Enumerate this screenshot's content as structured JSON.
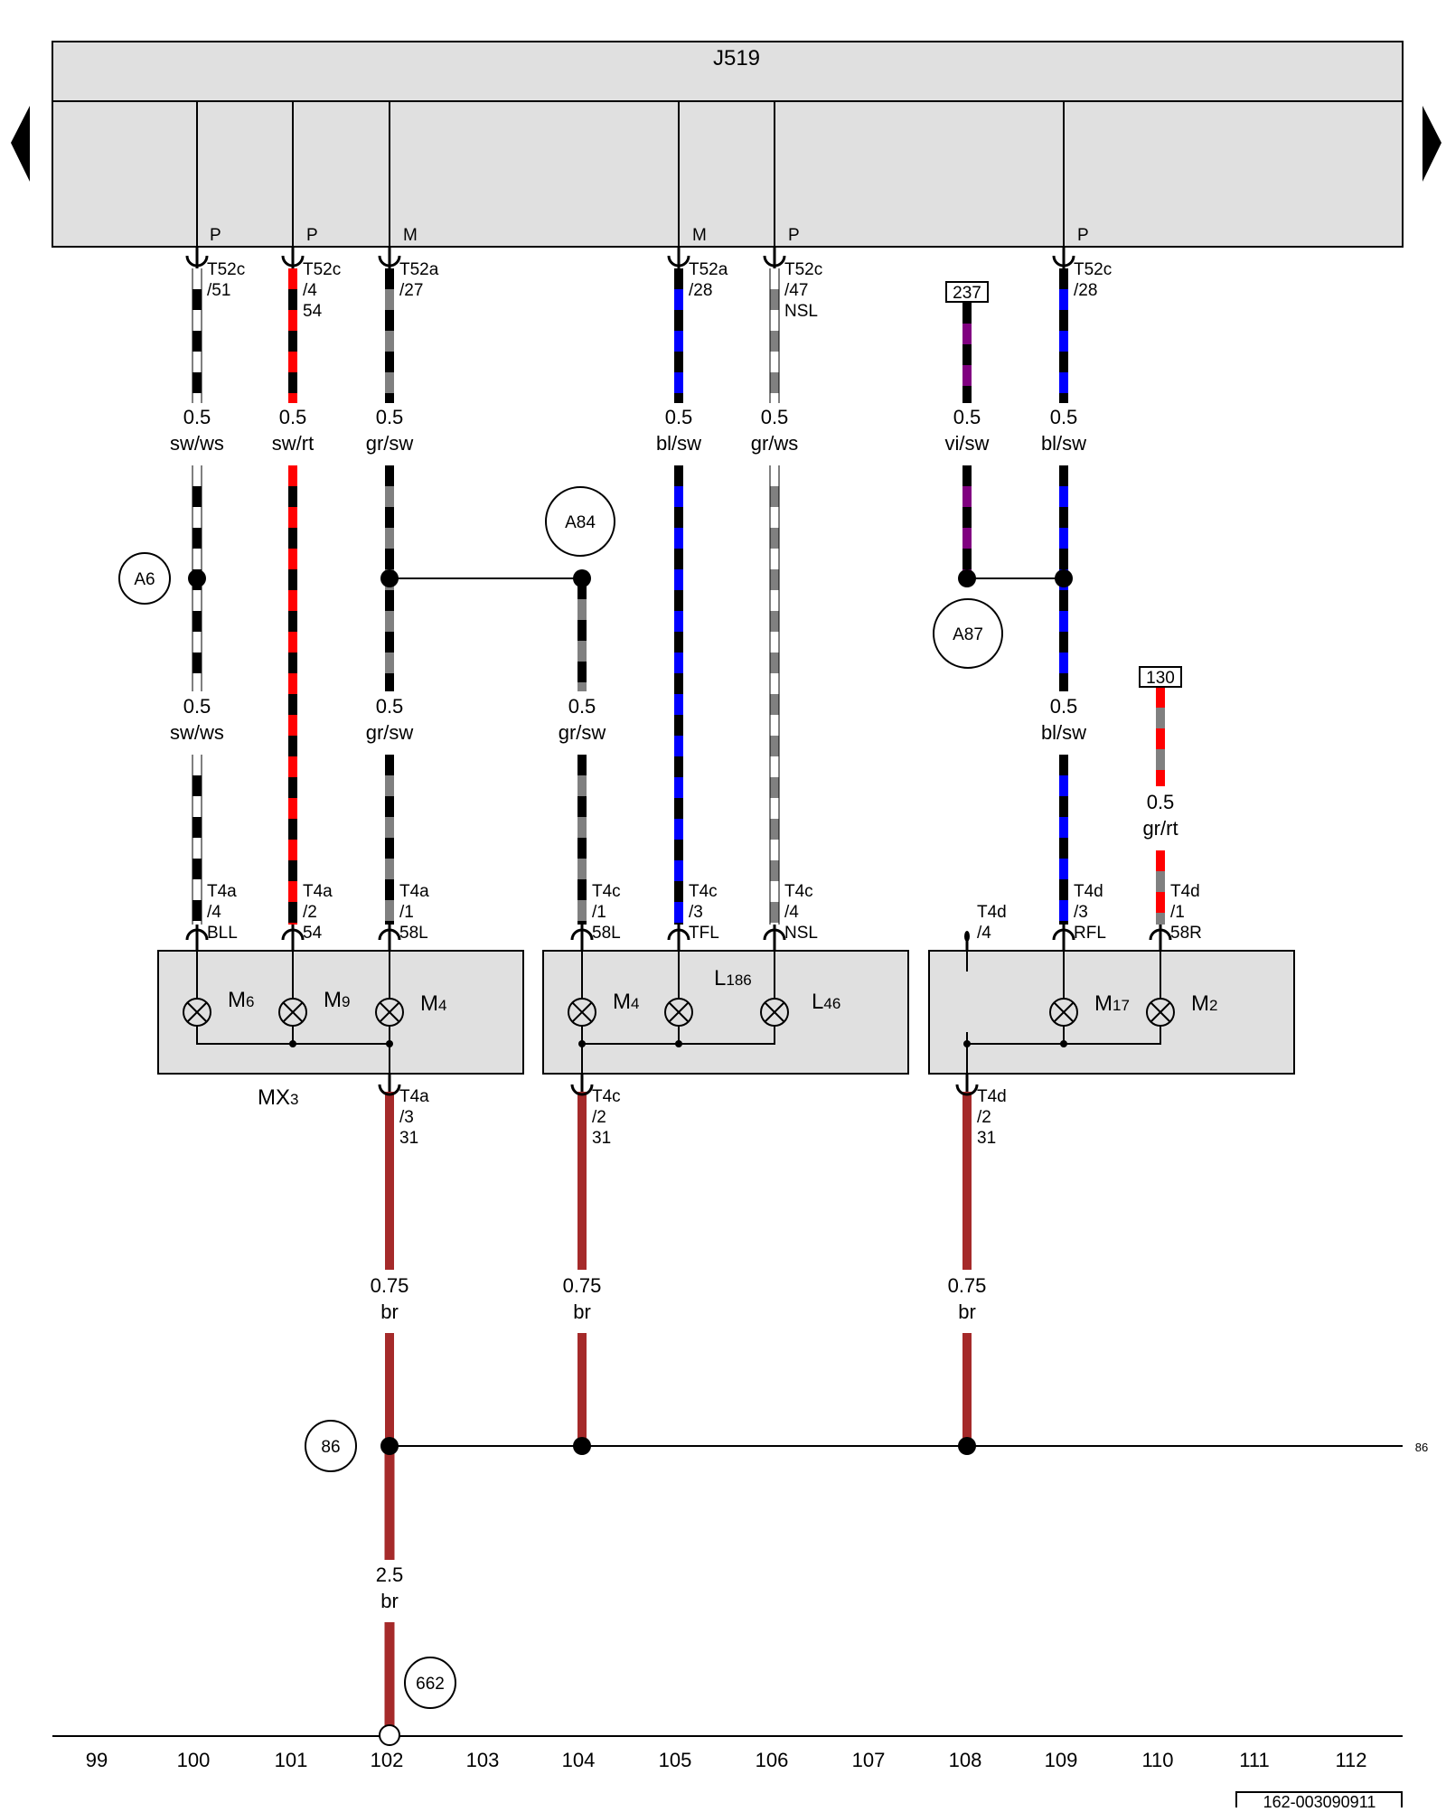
{
  "module": {
    "name": "J519"
  },
  "pins": [
    "P",
    "P",
    "M",
    "M",
    "P",
    "P"
  ],
  "connectors": [
    {
      "lines": [
        "T52c",
        "/51"
      ]
    },
    {
      "lines": [
        "T52c",
        "/4",
        "54"
      ]
    },
    {
      "lines": [
        "T52a",
        "/27"
      ]
    },
    {
      "lines": [
        "T52a",
        "/28"
      ]
    },
    {
      "lines": [
        "T52c",
        "/47",
        "NSL"
      ]
    },
    {
      "lines": [
        "T52c",
        "/28"
      ]
    },
    {
      "lines": [
        "T4a",
        "/4",
        "BLL"
      ]
    },
    {
      "lines": [
        "T4a",
        "/2",
        "54"
      ]
    },
    {
      "lines": [
        "T4a",
        "/1",
        "58L"
      ]
    },
    {
      "lines": [
        "T4c",
        "/1",
        "58L"
      ]
    },
    {
      "lines": [
        "T4c",
        "/3",
        "TFL"
      ]
    },
    {
      "lines": [
        "T4c",
        "/4",
        "NSL"
      ]
    },
    {
      "lines": [
        "T4d",
        "/4"
      ]
    },
    {
      "lines": [
        "T4d",
        "/3",
        "RFL"
      ]
    },
    {
      "lines": [
        "T4d",
        "/1",
        "58R"
      ]
    },
    {
      "lines": [
        "T4a",
        "/3",
        "31"
      ]
    },
    {
      "lines": [
        "T4c",
        "/2",
        "31"
      ]
    },
    {
      "lines": [
        "T4d",
        "/2",
        "31"
      ]
    }
  ],
  "wires": [
    {
      "size": "0.5",
      "color": "sw/ws",
      "stripe": [
        "#000000",
        "#ffffff"
      ]
    },
    {
      "size": "0.5",
      "color": "sw/rt",
      "stripe": [
        "#000000",
        "#ff0000"
      ]
    },
    {
      "size": "0.5",
      "color": "gr/sw",
      "stripe": [
        "#808080",
        "#000000"
      ]
    },
    {
      "size": "0.5",
      "color": "bl/sw",
      "stripe": [
        "#0000ff",
        "#000000"
      ]
    },
    {
      "size": "0.5",
      "color": "gr/ws",
      "stripe": [
        "#808080",
        "#ffffff"
      ]
    },
    {
      "size": "0.5",
      "color": "vi/sw",
      "stripe": [
        "#800080",
        "#000000"
      ]
    },
    {
      "size": "0.5",
      "color": "bl/sw",
      "stripe": [
        "#0000ff",
        "#000000"
      ]
    },
    {
      "size": "0.5",
      "color": "sw/ws",
      "stripe": [
        "#000000",
        "#ffffff"
      ]
    },
    {
      "size": "0.5",
      "color": "gr/sw",
      "stripe": [
        "#808080",
        "#000000"
      ]
    },
    {
      "size": "0.5",
      "color": "gr/sw",
      "stripe": [
        "#808080",
        "#000000"
      ]
    },
    {
      "size": "0.5",
      "color": "bl/sw",
      "stripe": [
        "#0000ff",
        "#000000"
      ]
    },
    {
      "size": "0.5",
      "color": "gr/rt",
      "stripe": [
        "#808080",
        "#ff0000"
      ]
    },
    {
      "size": "0.75",
      "color": "br",
      "stripe": [
        "#a52a2a",
        "#a52a2a"
      ]
    },
    {
      "size": "0.75",
      "color": "br",
      "stripe": [
        "#a52a2a",
        "#a52a2a"
      ]
    },
    {
      "size": "0.75",
      "color": "br",
      "stripe": [
        "#a52a2a",
        "#a52a2a"
      ]
    },
    {
      "size": "2.5",
      "color": "br",
      "stripe": [
        "#a52a2a",
        "#a52a2a"
      ]
    }
  ],
  "circles": [
    "A6",
    "A84",
    "A87",
    "86",
    "662"
  ],
  "boxed_refs": [
    "237",
    "130"
  ],
  "components": {
    "mx3": {
      "prefix": "MX",
      "sub": "3"
    },
    "l186": {
      "prefix": "L",
      "sub": "186"
    },
    "m6": {
      "prefix": "M",
      "sub": "6"
    },
    "m9": {
      "prefix": "M",
      "sub": "9"
    },
    "m4a": {
      "prefix": "M",
      "sub": "4"
    },
    "m4b": {
      "prefix": "M",
      "sub": "4"
    },
    "l46": {
      "prefix": "L",
      "sub": "46"
    },
    "m17": {
      "prefix": "M",
      "sub": "17"
    },
    "m2": {
      "prefix": "M",
      "sub": "2"
    }
  },
  "continuation_ref": "86",
  "column_numbers": [
    "99",
    "100",
    "101",
    "102",
    "103",
    "104",
    "105",
    "106",
    "107",
    "108",
    "109",
    "110",
    "111",
    "112"
  ],
  "document_id": "162-003090911",
  "colors": {
    "module_fill": "#e0e0e0",
    "ground_wire": "#a52a2a"
  }
}
